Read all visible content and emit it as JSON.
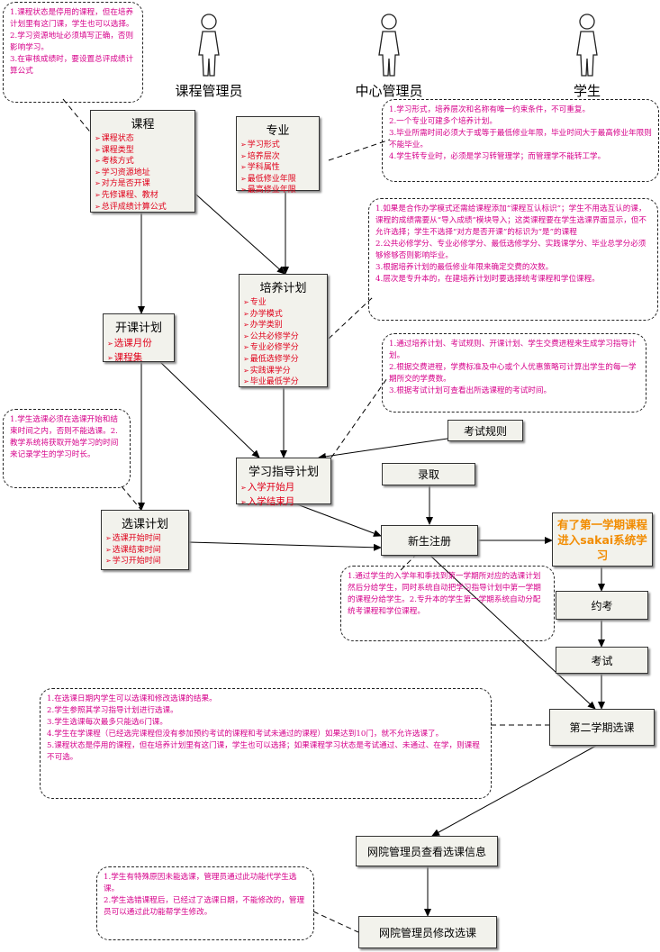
{
  "actors": {
    "course_admin": "课程管理员",
    "center_admin": "中心管理员",
    "student": "学生"
  },
  "entities": {
    "course": {
      "title": "课程",
      "fields": [
        "课程状态",
        "课程类型",
        "考核方式",
        "学习资源地址",
        "对方是否开课",
        "先修课程、教材",
        "总评成绩计算公式"
      ]
    },
    "major": {
      "title": "专业",
      "fields": [
        "学习形式",
        "培养层次",
        "学科属性",
        "最低修业年限",
        "最高修业年限"
      ]
    },
    "training_plan": {
      "title": "培养计划",
      "fields": [
        "专业",
        "办学模式",
        "办学类别",
        "公共必修学分",
        "专业必修学分",
        "最低选修学分",
        "实践课学分",
        "毕业最低学分"
      ]
    },
    "course_plan": {
      "title": "开课计划",
      "fields": [
        "选课月份",
        "课程集"
      ]
    },
    "study_guide": {
      "title": "学习指导计划",
      "fields": [
        "入学开始月",
        "入学结束月"
      ]
    },
    "selection_plan": {
      "title": "选课计划",
      "fields": [
        "选课开始时间",
        "选课结束时间",
        "学习开始时间"
      ]
    }
  },
  "process": {
    "exam_rules": "考试规则",
    "admission": "录取",
    "registration": "新生注册",
    "sakai": "有了第一学期课程进入sakai系统学习",
    "book_exam": "约考",
    "exam": "考试",
    "second_term": "第二学期选课",
    "view_info": "网院管理员查看选课信息",
    "modify": "网院管理员修改选课"
  },
  "notes": {
    "n1": [
      "1.课程状态是停用的课程，但在培养计划里有这门课，学生也可以选择。",
      "2.学习资源地址必须填写正确，否则影响学习。",
      "3.在审核成绩时，要设置总评成绩计算公式"
    ],
    "n2": [
      "1.学习形式，培养层次和名称有唯一约束条件，不可重复。",
      "2.一个专业可建多个培养计划。",
      "3.毕业所需时间必须大于或等于最低修业年限，毕业时间大于最高修业年限则不能毕业。",
      "4.学生转专业时，必须是学习转管理学；而管理学不能转工学。"
    ],
    "n3": [
      "1.如果是合作办学模式还需给课程添加“课程互认标识”；学生不用选互认的课，课程的成绩需要从“导入成绩”模块导入；这类课程要在学生选课界面显示，但不允许选择；学生不选择“对方是否开课”的标识为“是”的课程",
      "2.公共必修学分、专业必修学分、最低选修学分、实践课学分、毕业总学分必须够修够否则影响毕业。",
      "3.根据培养计划的最低修业年限来确定交费的次数。",
      "4.层次是专升本的，在建培养计划时要选择统考课程和学位课程。"
    ],
    "n4": [
      "1.通过培养计划、考试规则、开课计划、学生交费进程来生成学习指导计划。",
      "2.根据交费进程，学费标准及中心或个人优惠策略可计算出学生的每一学期所交的学费数。",
      "3.根据考试计划可查看出所选课程的考试时间。"
    ],
    "n5": [
      "1.学生选课必须在选课开始和结束时间之内，否则不能选课。2.教学系统将获取开始学习的时间来记录学生的学习时长。"
    ],
    "n6": [
      "1.通过学生的入学年和季找到第一学期所对应的选课计划然后分给学生，同时系统自动把学习指导计划中第一学期的课程分给学生。2.专升本的学生第一学期系统自动分配统考课程和学位课程。"
    ],
    "n7": [
      "1.在选课日期内学生可以选课和修改选课的结果。",
      "2.学生参照其学习指导计划进行选课。",
      "3.学生选课每次最多只能选6门课。",
      "4.学生在学课程（已经选完课程但没有参加预约考试的课程和考试未通过的课程）如果达到10门，就不允许选课了。",
      "5.课程状态是停用的课程，但在培养计划里有这门课，学生也可以选择；如果课程学习状态是考试通过、未通过、在学，则课程不可选。"
    ],
    "n8": [
      "1.学生有特殊原因未能选课，管理员通过此功能代学生选课。",
      "2.学生选错课程后，已经过了选课日期，不能修改的，管理员可以通过此功能帮学生修改。"
    ]
  },
  "colors": {
    "note_text": "#d6008a",
    "field_text": "#e0001a",
    "highlight": "#f28c00",
    "box_fill": "#f2f2ec"
  }
}
